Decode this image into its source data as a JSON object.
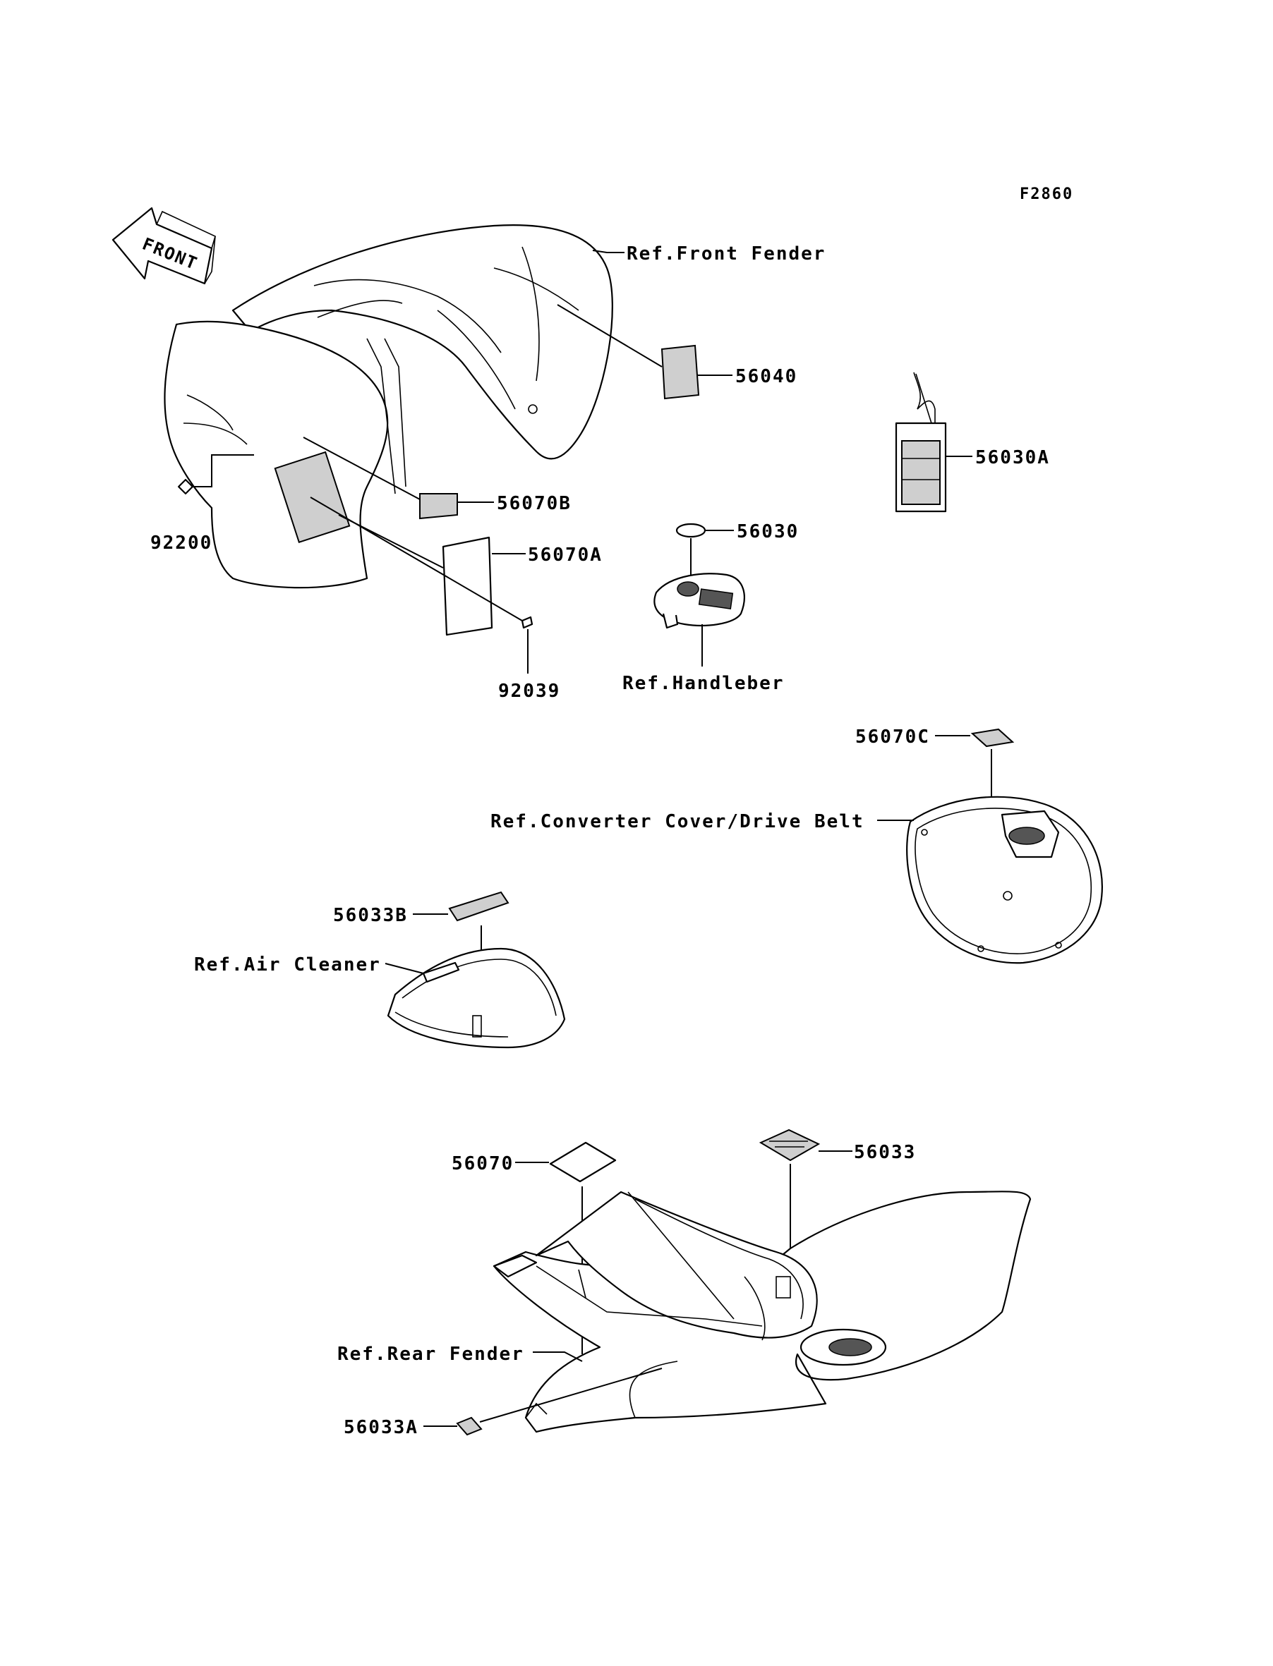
{
  "figure_code": "F2860",
  "front_arrow_label": "FRONT",
  "labels": {
    "front_fender": "Ref.Front Fender",
    "p56040": "56040",
    "p56030a": "56030A",
    "p56070b": "56070B",
    "p92200": "92200",
    "p56070a": "56070A",
    "p56030": "56030",
    "p92039": "92039",
    "handlebar": "Ref.Handleber",
    "p56070c": "56070C",
    "converter": "Ref.Converter Cover/Drive Belt",
    "p56033b": "56033B",
    "air_cleaner": "Ref.Air Cleaner",
    "p56070": "56070",
    "p56033": "56033",
    "rear_fender": "Ref.Rear Fender",
    "p56033a": "56033A"
  }
}
